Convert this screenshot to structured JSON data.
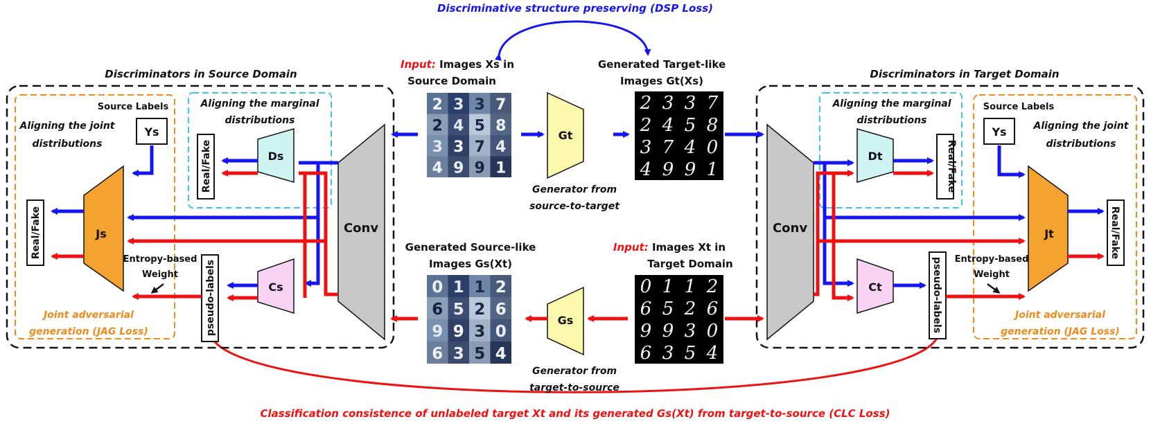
{
  "colors": {
    "blue": "#1515f0",
    "red": "#ee1111",
    "orange": "#f08a1c",
    "cyan": "#3ec6e8",
    "black": "#111111"
  },
  "top_caption": "Discriminative structure preserving (DSP Loss)",
  "bottom_caption": "Classification consistence of unlabeled target Xt and its generated Gs(Xt) from target-to-source (CLC Loss)",
  "source_panel": {
    "title": "Discriminators in Source Domain",
    "source_labels": "Source Labels",
    "ys": "Ys",
    "joint_text": [
      "Aligning the joint",
      "distributions"
    ],
    "marginal_text": [
      "Aligning the marginal",
      "distributions"
    ],
    "ds": "Ds",
    "cs": "Cs",
    "js": "Js",
    "conv": "Conv",
    "real_fake_marginal": "Real/Fake",
    "real_fake_joint": "Real/Fake",
    "pseudo_labels": "pseudo-labels",
    "entropy": [
      "Entropy-based",
      "Weight"
    ],
    "jag": [
      "Joint adversarial",
      "generation (JAG Loss)"
    ]
  },
  "target_panel": {
    "title": "Discriminators in Target Domain",
    "source_labels": "Source Labels",
    "ys": "Ys",
    "joint_text": [
      "Aligning the joint",
      "distributions"
    ],
    "marginal_text": [
      "Aligning the marginal",
      "distributions"
    ],
    "dt": "Dt",
    "ct": "Ct",
    "jt": "Jt",
    "conv": "Conv",
    "real_fake_marginal": "Real/Fake",
    "real_fake_joint": "Real/Fake",
    "pseudo_labels": "pseudo-labels",
    "entropy": [
      "Entropy-based",
      "Weight"
    ],
    "jag": [
      "Joint adversarial",
      "generation (JAG Loss)"
    ]
  },
  "center": {
    "input_source": {
      "prefix": "Input:",
      "rest": " Images  Xs  in",
      "line2": "Source Domain"
    },
    "gen_target_like": {
      "line1": "Generated Target-like",
      "line2": "Images Gt(Xs)"
    },
    "gt": "Gt",
    "gt_caption": [
      "Generator from",
      "source-to-target"
    ],
    "gen_source_like": {
      "line1": "Generated Source-like",
      "line2": "Images Gs(Xt)"
    },
    "input_target": {
      "prefix": "Input:",
      "rest": " Images  Xt in",
      "line2": "Target Domain"
    },
    "gs": "Gs",
    "gs_caption": [
      "Generator from",
      "target-to-source"
    ],
    "mnist_digits_top": [
      [
        "2",
        "3",
        "3",
        "7"
      ],
      [
        "2",
        "4",
        "5",
        "8"
      ],
      [
        "3",
        "7",
        "4",
        "0"
      ],
      [
        "4",
        "9",
        "9",
        "1"
      ]
    ],
    "mnist_digits_bottom": [
      [
        "0",
        "1",
        "1",
        "2"
      ],
      [
        "6",
        "5",
        "2",
        "6"
      ],
      [
        "9",
        "9",
        "3",
        "0"
      ],
      [
        "6",
        "3",
        "5",
        "4"
      ]
    ],
    "svhn_digits_top": [
      [
        "2",
        "3",
        "3",
        "7"
      ],
      [
        "2",
        "4",
        "5",
        "8"
      ],
      [
        "3",
        "3",
        "7",
        "4"
      ],
      [
        "4",
        "9",
        "9",
        "1"
      ]
    ],
    "svhn_digits_bottom": [
      [
        "0",
        "1",
        "1",
        "2"
      ],
      [
        "6",
        "5",
        "2",
        "6"
      ],
      [
        "9",
        "9",
        "3",
        "0"
      ],
      [
        "6",
        "3",
        "5",
        "4"
      ]
    ]
  }
}
